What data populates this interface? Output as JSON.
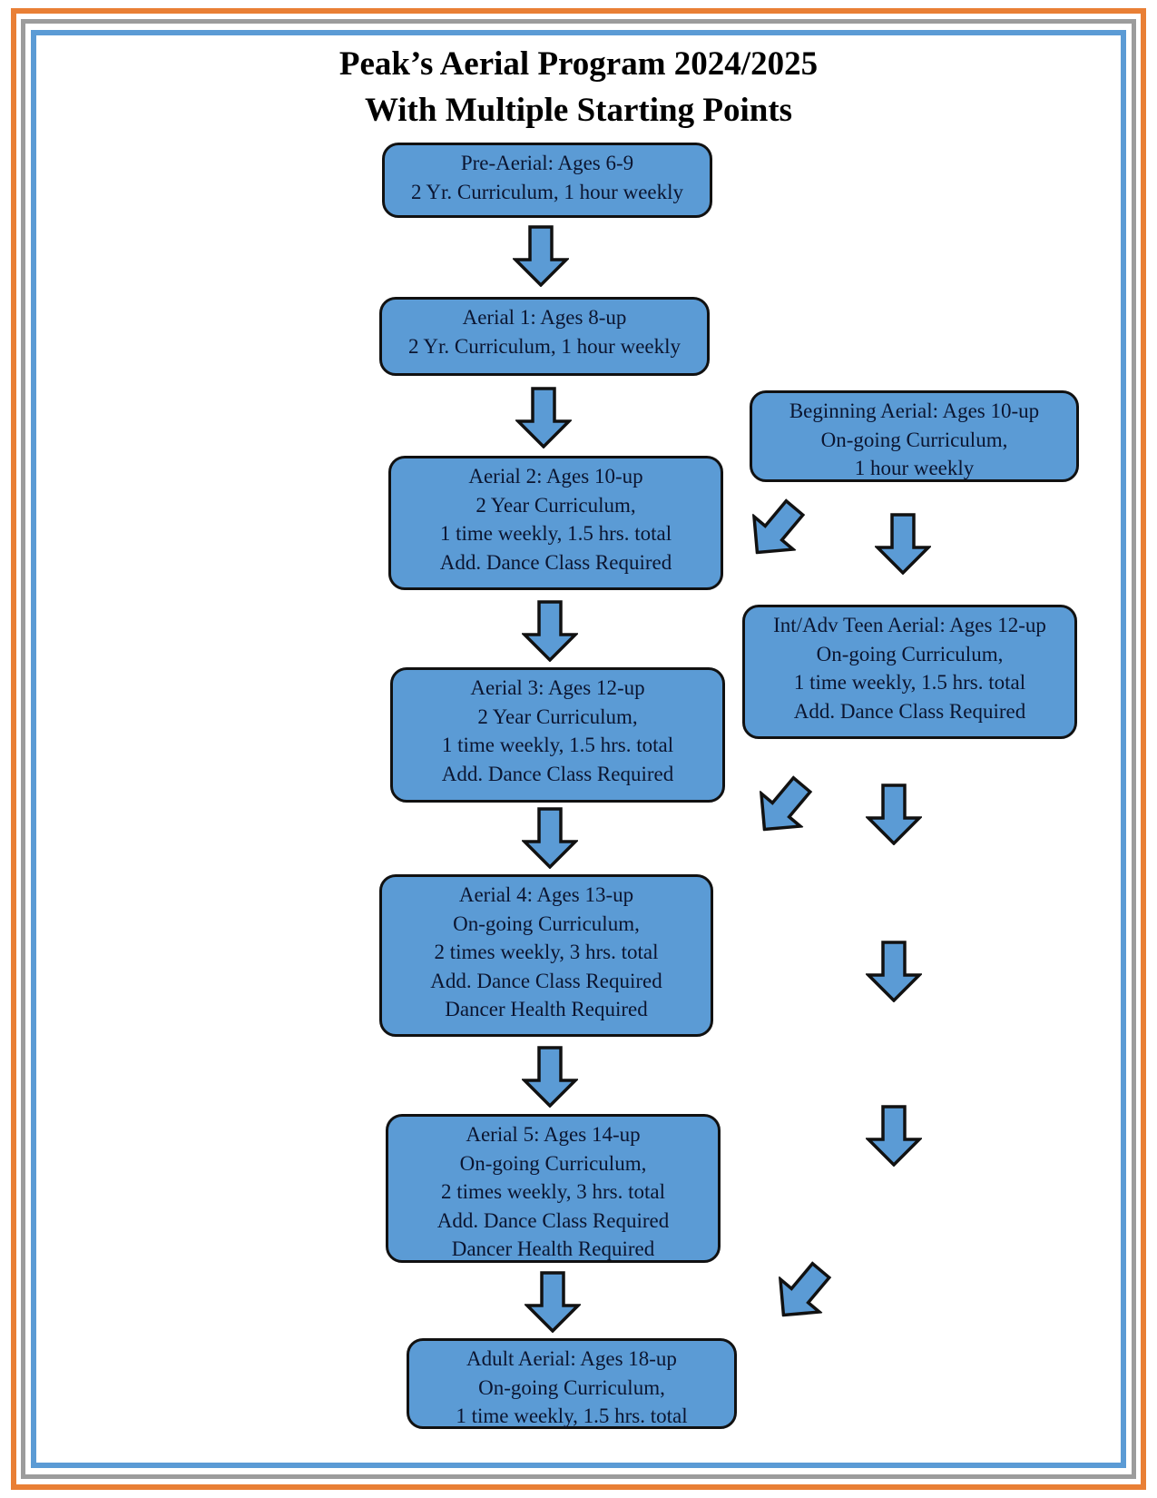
{
  "title": [
    "Peak’s Aerial Program 2024/2025",
    "With Multiple Starting Points"
  ],
  "colors": {
    "box_fill": "#5b9bd5",
    "border_orange": "#e97f35",
    "border_gray": "#9c9c9c",
    "border_blue": "#5b9bd5"
  },
  "boxes": {
    "pre_aerial": [
      "Pre-Aerial: Ages 6-9",
      "2 Yr. Curriculum, 1 hour weekly"
    ],
    "aerial1": [
      "Aerial 1: Ages 8-up",
      "2 Yr. Curriculum, 1 hour weekly"
    ],
    "aerial2": [
      "Aerial 2: Ages 10-up",
      "2 Year Curriculum,",
      "1 time weekly, 1.5 hrs. total",
      "Add. Dance Class Required"
    ],
    "aerial3": [
      "Aerial 3: Ages 12-up",
      "2 Year Curriculum,",
      "1 time weekly, 1.5 hrs. total",
      "Add. Dance Class Required"
    ],
    "aerial4": [
      "Aerial 4: Ages 13-up",
      "On-going Curriculum,",
      "2 times weekly, 3 hrs. total",
      "Add. Dance Class Required",
      "Dancer Health Required"
    ],
    "aerial5": [
      "Aerial 5: Ages 14-up",
      "On-going Curriculum,",
      "2 times weekly, 3 hrs. total",
      "Add. Dance Class Required",
      "Dancer Health Required"
    ],
    "adult": [
      "Adult Aerial: Ages 18-up",
      "On-going Curriculum,",
      "1 time weekly, 1.5 hrs. total"
    ],
    "beginning": [
      "Beginning Aerial: Ages 10-up",
      "On-going Curriculum,",
      "1 hour weekly"
    ],
    "intadv": [
      "Int/Adv Teen Aerial: Ages 12-up",
      "On-going Curriculum,",
      "1 time weekly, 1.5 hrs. total",
      "Add. Dance Class Required"
    ]
  }
}
